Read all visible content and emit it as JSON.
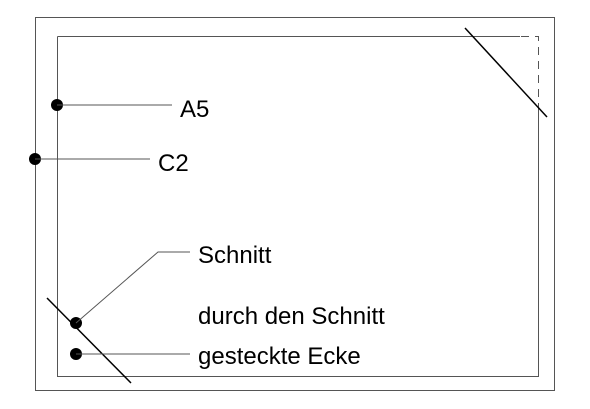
{
  "labels": {
    "a5": "A5",
    "c2": "C2",
    "cut": "Schnitt",
    "through_cut": "durch den Schnitt",
    "inserted_corner": "gesteckte Ecke"
  },
  "colors": {
    "line": "#000000",
    "frame": "#555555",
    "background": "#ffffff"
  }
}
